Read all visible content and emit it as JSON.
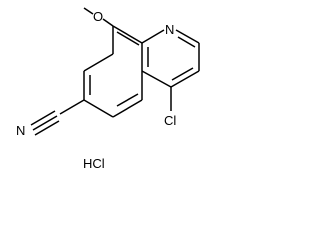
{
  "molecule": {
    "atoms": {
      "nitrogen_ring": "N",
      "nitrogen_nitrile": "N",
      "oxygen": "O",
      "chlorine": "Cl"
    },
    "salt": "HCl"
  },
  "colors": {
    "bond": "#000000",
    "label": "#000000",
    "background": "#ffffff"
  }
}
